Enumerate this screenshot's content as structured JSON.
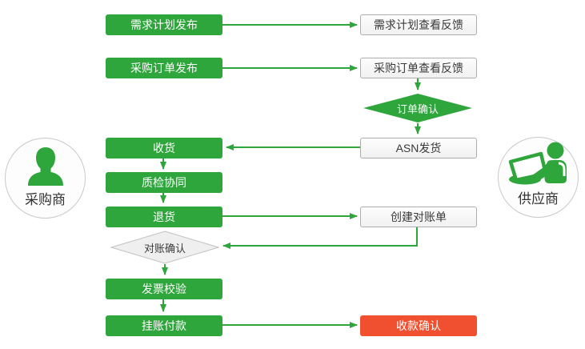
{
  "actors": {
    "buyer": {
      "label": "采购商"
    },
    "supplier": {
      "label": "供应商"
    }
  },
  "nodes": {
    "demand_plan_publish": {
      "label": "需求计划发布"
    },
    "demand_plan_feedback": {
      "label": "需求计划查看反馈"
    },
    "po_publish": {
      "label": "采购订单发布"
    },
    "po_feedback": {
      "label": "采购订单查看反馈"
    },
    "order_confirm": {
      "label": "订单确认"
    },
    "receive_goods": {
      "label": "收货"
    },
    "asn_ship": {
      "label": "ASN发货"
    },
    "quality_collab": {
      "label": "质检协同"
    },
    "return_goods": {
      "label": "退货"
    },
    "create_statement": {
      "label": "创建对账单"
    },
    "statement_confirm": {
      "label": "对账确认"
    },
    "invoice_check": {
      "label": "发票校验"
    },
    "payment_on_account": {
      "label": "挂账付款"
    },
    "receipt_confirm": {
      "label": "收款确认"
    }
  },
  "colors": {
    "primary_green": "#2EA63C",
    "alert_red": "#F0502F",
    "neutral_fill": "#EFEFEF",
    "neutral_border": "#C2C2C2",
    "text_dark": "#3A3A3A"
  }
}
